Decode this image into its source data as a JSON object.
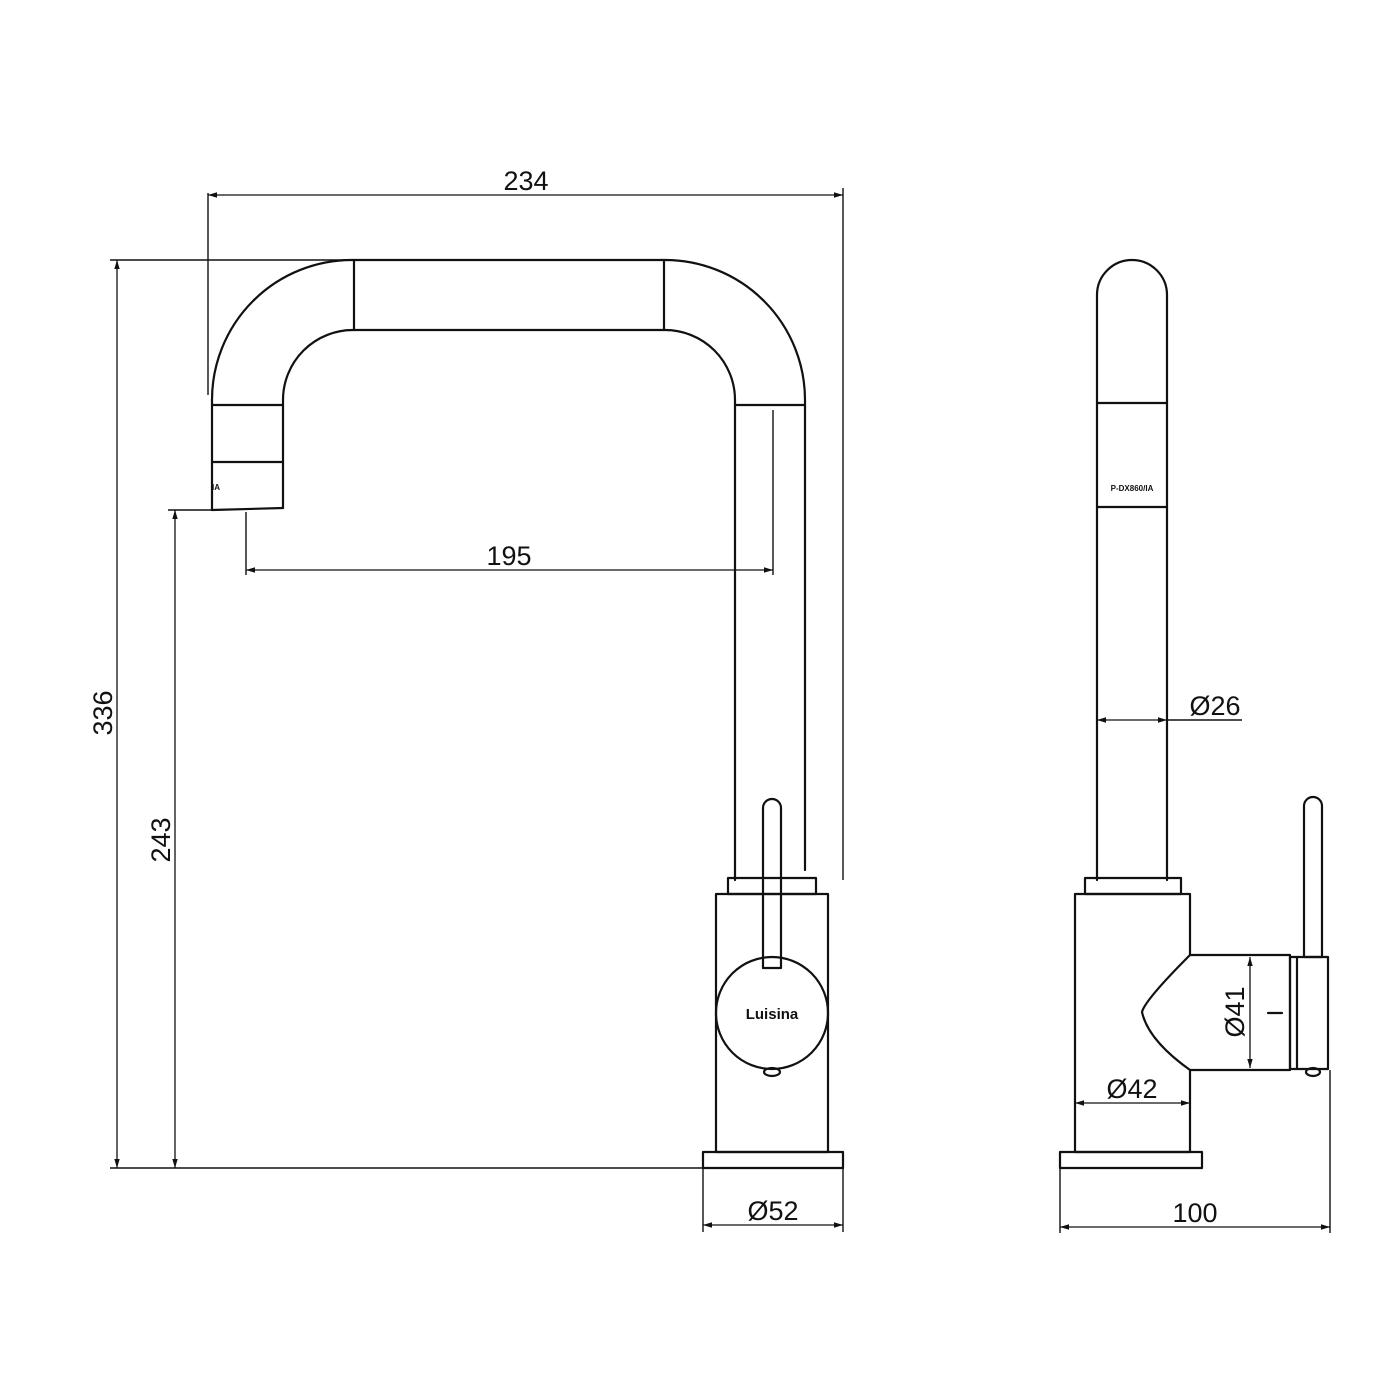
{
  "dimensions": {
    "overall_width": "234",
    "overall_height": "336",
    "spout_reach": "195",
    "spout_height": "243",
    "base_diameter": "Ø52",
    "spout_tube_diameter": "Ø26",
    "handle_diameter": "Ø41",
    "body_diameter": "Ø42",
    "overall_depth": "100"
  },
  "labels": {
    "brand": "Luisina",
    "model_code": "P-DX860/IA",
    "model_code_partial": "IA"
  }
}
